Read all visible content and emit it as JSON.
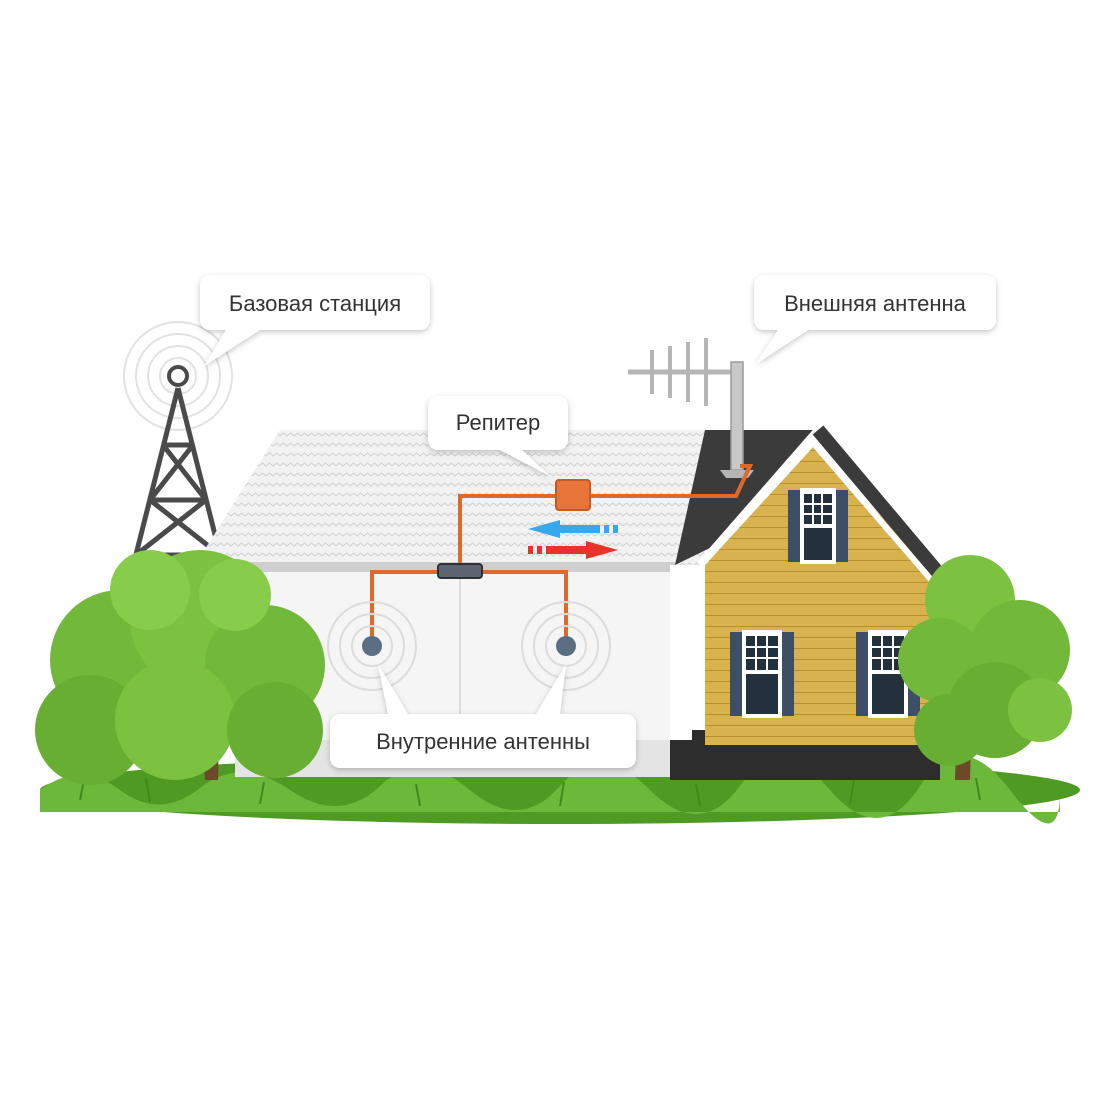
{
  "labels": {
    "base_station": "Базовая станция",
    "external_antenna": "Внешняя антенна",
    "repeater": "Репитер",
    "internal_antennas": "Внутренние антенны"
  },
  "colors": {
    "cable": "#e0692a",
    "repeater": "#e8743a",
    "downlink_arrow": "#35a9ec",
    "uplink_arrow": "#e8332a",
    "house_wall": "#d8b24e",
    "roof": "#3b3b3b",
    "grass": "#5aa52a",
    "tree": "#7cc240",
    "tower": "#4a4a4a",
    "antenna_dot": "#5a6f84"
  },
  "icons": {
    "tower": "cell-tower-icon",
    "external_antenna": "yagi-antenna-icon",
    "repeater": "repeater-box-icon",
    "splitter": "splitter-icon",
    "internal_antenna": "indoor-antenna-icon"
  }
}
